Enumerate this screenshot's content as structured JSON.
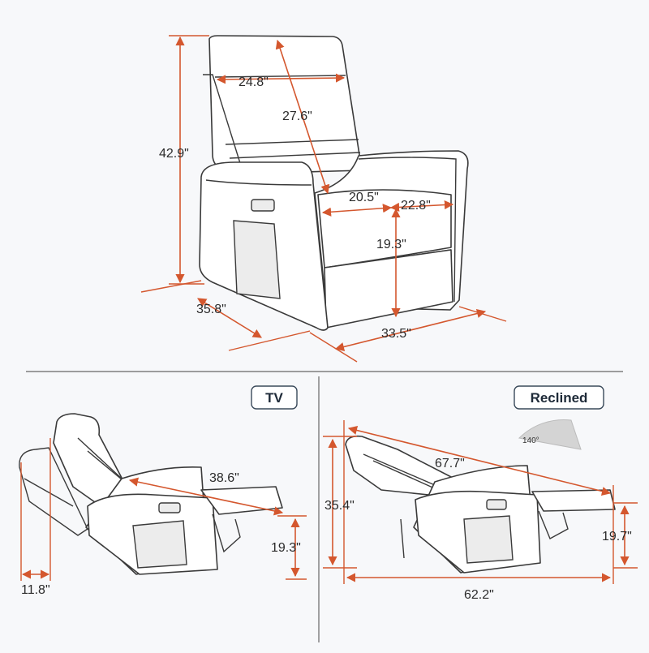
{
  "main_view": {
    "dimensions": {
      "height_total": "42.9\"",
      "back_width": "24.8\"",
      "back_height": "27.6\"",
      "seat_depth": "20.5\"",
      "seat_width": "22.8\"",
      "seat_height": "19.3\"",
      "depth": "35.8\"",
      "width": "33.5\""
    }
  },
  "tv_view": {
    "badge": "TV",
    "dimensions": {
      "wall_clearance": "11.8\"",
      "footrest_length": "38.6\"",
      "footrest_height": "19.3\""
    }
  },
  "reclined_view": {
    "badge": "Reclined",
    "angle": "140°",
    "dimensions": {
      "length_diag": "67.7\"",
      "height": "35.4\"",
      "footrest_height": "19.7\"",
      "length_total": "62.2\""
    }
  },
  "colors": {
    "arrow": "#d4572e",
    "outline": "#3a3a3a",
    "background": "#f7f8fa"
  }
}
